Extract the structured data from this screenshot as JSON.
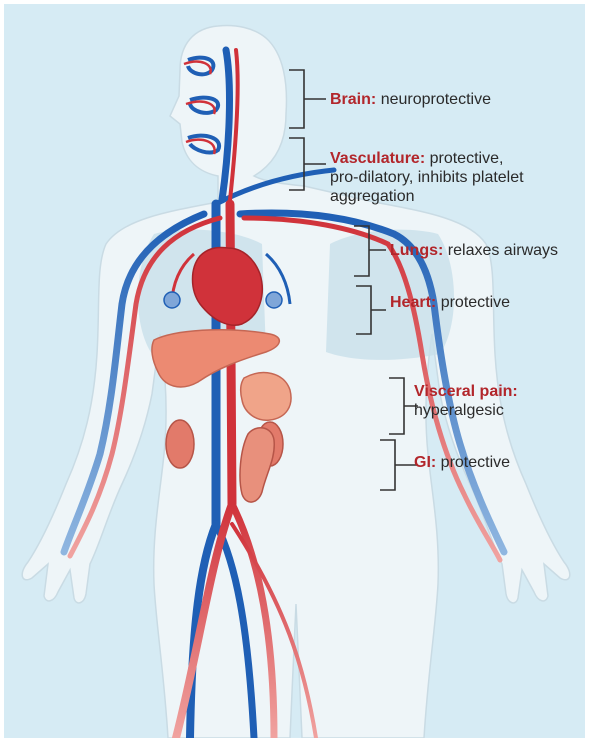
{
  "colors": {
    "background": "#d6ebf4",
    "body": "#eef5f8",
    "artery": "#d0323a",
    "vein": "#1f5fb5",
    "organ": "#e9826f",
    "term_text": "#b2262b",
    "bracket": "#333333"
  },
  "annotations": [
    {
      "term": "Brain:",
      "description": [
        "neuroprotective"
      ]
    },
    {
      "term": "Vasculature:",
      "description": [
        "protective,",
        "pro-dilatory, inhibits platelet",
        "aggregation"
      ]
    },
    {
      "term": "Lungs:",
      "description": [
        "relaxes airways"
      ]
    },
    {
      "term": "Heart:",
      "description": [
        "protective"
      ]
    },
    {
      "term": "Visceral pain:",
      "description": [
        "hyperalgesic"
      ]
    },
    {
      "term": "GI:",
      "description": [
        "protective"
      ]
    }
  ]
}
